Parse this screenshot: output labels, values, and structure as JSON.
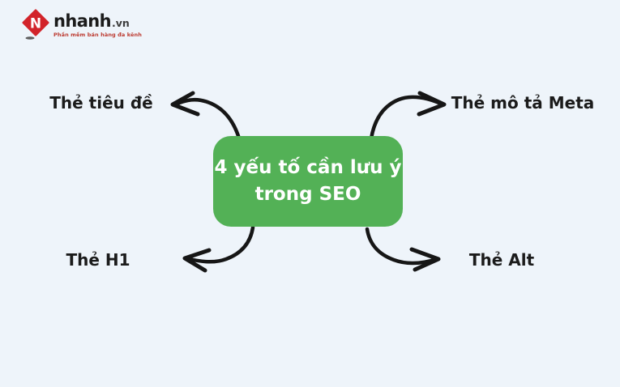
{
  "page": {
    "background": "#eef4fa"
  },
  "logo": {
    "brand": "nhanh",
    "domain": ".vn",
    "tagline": "Phần mềm bán hàng đa kênh",
    "icon_letter": "N",
    "colors": {
      "icon_red": "#d2232a",
      "brand_text": "#1b1b1b",
      "domain_text": "#3c3c3c",
      "tagline_red": "#bc3a30",
      "shadow_gray": "#5f5f5f"
    }
  },
  "diagram": {
    "center_box": {
      "line1": "4 yếu tố cần lưu ý",
      "line2": "trong SEO",
      "background": "#53b156",
      "text_color": "#ffffff"
    },
    "arrow_color": "#161616",
    "nodes": [
      {
        "position": "top-left",
        "label": "Thẻ tiêu đề"
      },
      {
        "position": "top-right",
        "label": "Thẻ mô tả Meta"
      },
      {
        "position": "bottom-left",
        "label": "Thẻ H1"
      },
      {
        "position": "bottom-right",
        "label": "Thẻ Alt"
      }
    ]
  }
}
